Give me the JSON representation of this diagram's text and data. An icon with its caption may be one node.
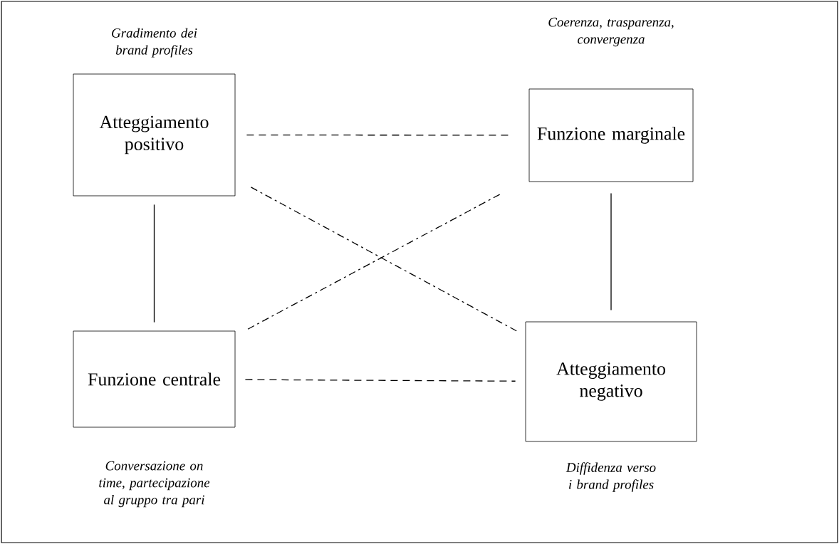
{
  "diagram": {
    "nodes": [
      {
        "text": [
          "Atteggiamento positivo"
        ],
        "beside": [
          "Gradimento dei brand profiles"
        ]
      },
      {
        "text": [
          "Funzione marginale"
        ],
        "beside": [
          "Coerenza, trasparenza, convergenza"
        ]
      },
      {
        "text": [
          "Funzione centrale"
        ],
        "beside": [
          "Conversazione on time, partecipazione al gruppo tra pari"
        ]
      },
      {
        "text": [
          "Atteggiamento negativo"
        ],
        "beside": [
          "Diffidenza verso i brand profiles"
        ]
      }
    ],
    "edges": [
      {
        "from": 0,
        "to": 1,
        "arrow": "none",
        "style": "dashed"
      },
      {
        "from": 0,
        "to": 2,
        "arrow": "none"
      },
      {
        "from": 1,
        "to": 3,
        "arrow": "none"
      },
      {
        "from": 0,
        "to": 3,
        "arrow": "none",
        "style": "dashed"
      },
      {
        "from": 2,
        "to": 1,
        "arrow": "none",
        "style": "dashed"
      },
      {
        "from": 2,
        "to": 3,
        "arrow": "none",
        "style": "dashed"
      }
    ]
  }
}
